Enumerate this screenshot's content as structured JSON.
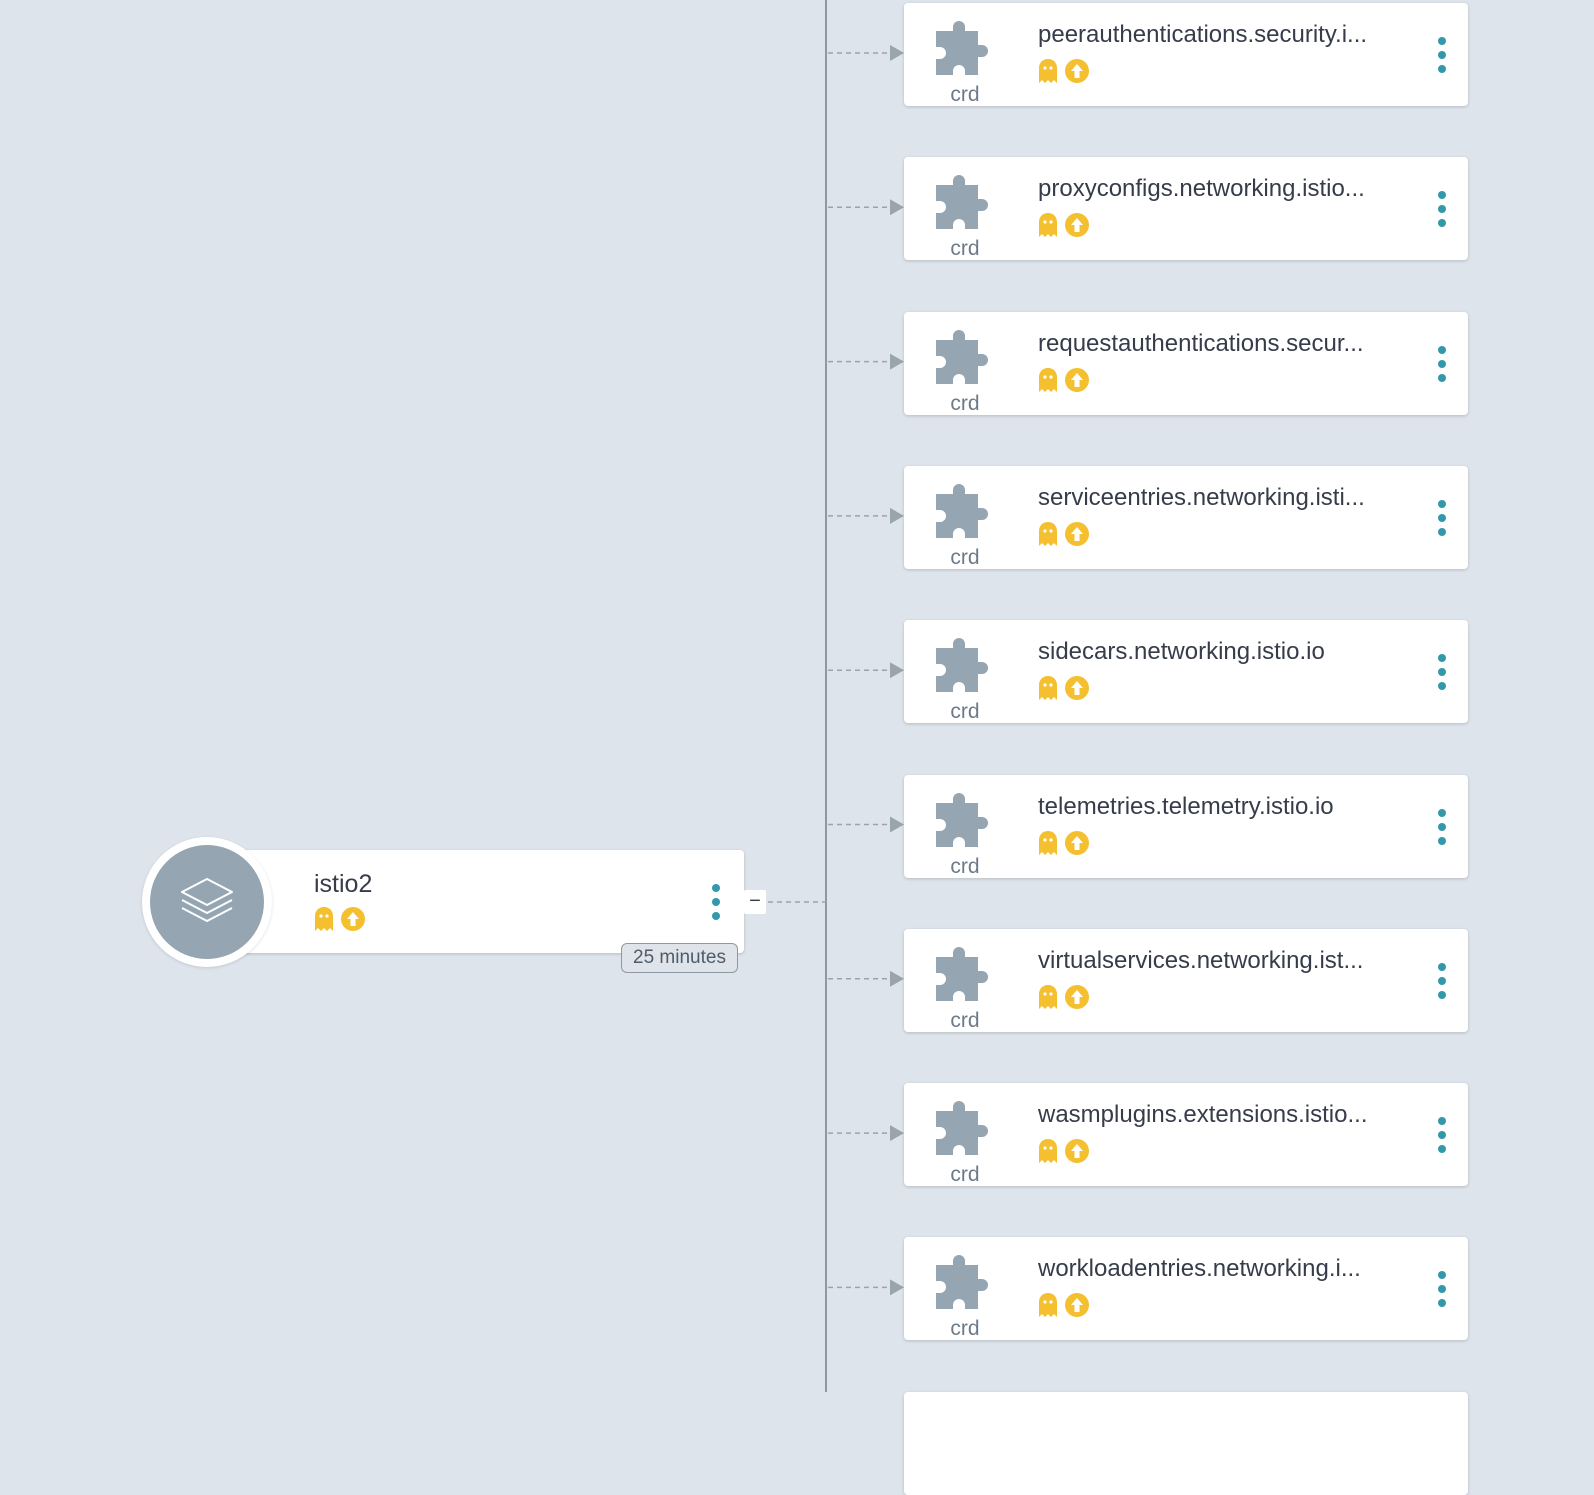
{
  "app": {
    "name": "istio2",
    "age": "25 minutes",
    "collapse_label": "−",
    "icon": "layers-icon",
    "health_icon": "ghost-icon",
    "sync_icon": "sync-arrow-icon"
  },
  "resources": [
    {
      "name": "peerauthentications.security.i...",
      "kind": "crd"
    },
    {
      "name": "proxyconfigs.networking.istio...",
      "kind": "crd"
    },
    {
      "name": "requestauthentications.secur...",
      "kind": "crd"
    },
    {
      "name": "serviceentries.networking.isti...",
      "kind": "crd"
    },
    {
      "name": "sidecars.networking.istio.io",
      "kind": "crd"
    },
    {
      "name": "telemetries.telemetry.istio.io",
      "kind": "crd"
    },
    {
      "name": "virtualservices.networking.ist...",
      "kind": "crd"
    },
    {
      "name": "wasmplugins.extensions.istio...",
      "kind": "crd"
    },
    {
      "name": "workloadentries.networking.i...",
      "kind": "crd"
    }
  ],
  "colors": {
    "background": "#dee4eb",
    "status_yellow": "#f4c030",
    "kebab": "#3399aa",
    "icon_gray": "#95a5b2"
  }
}
